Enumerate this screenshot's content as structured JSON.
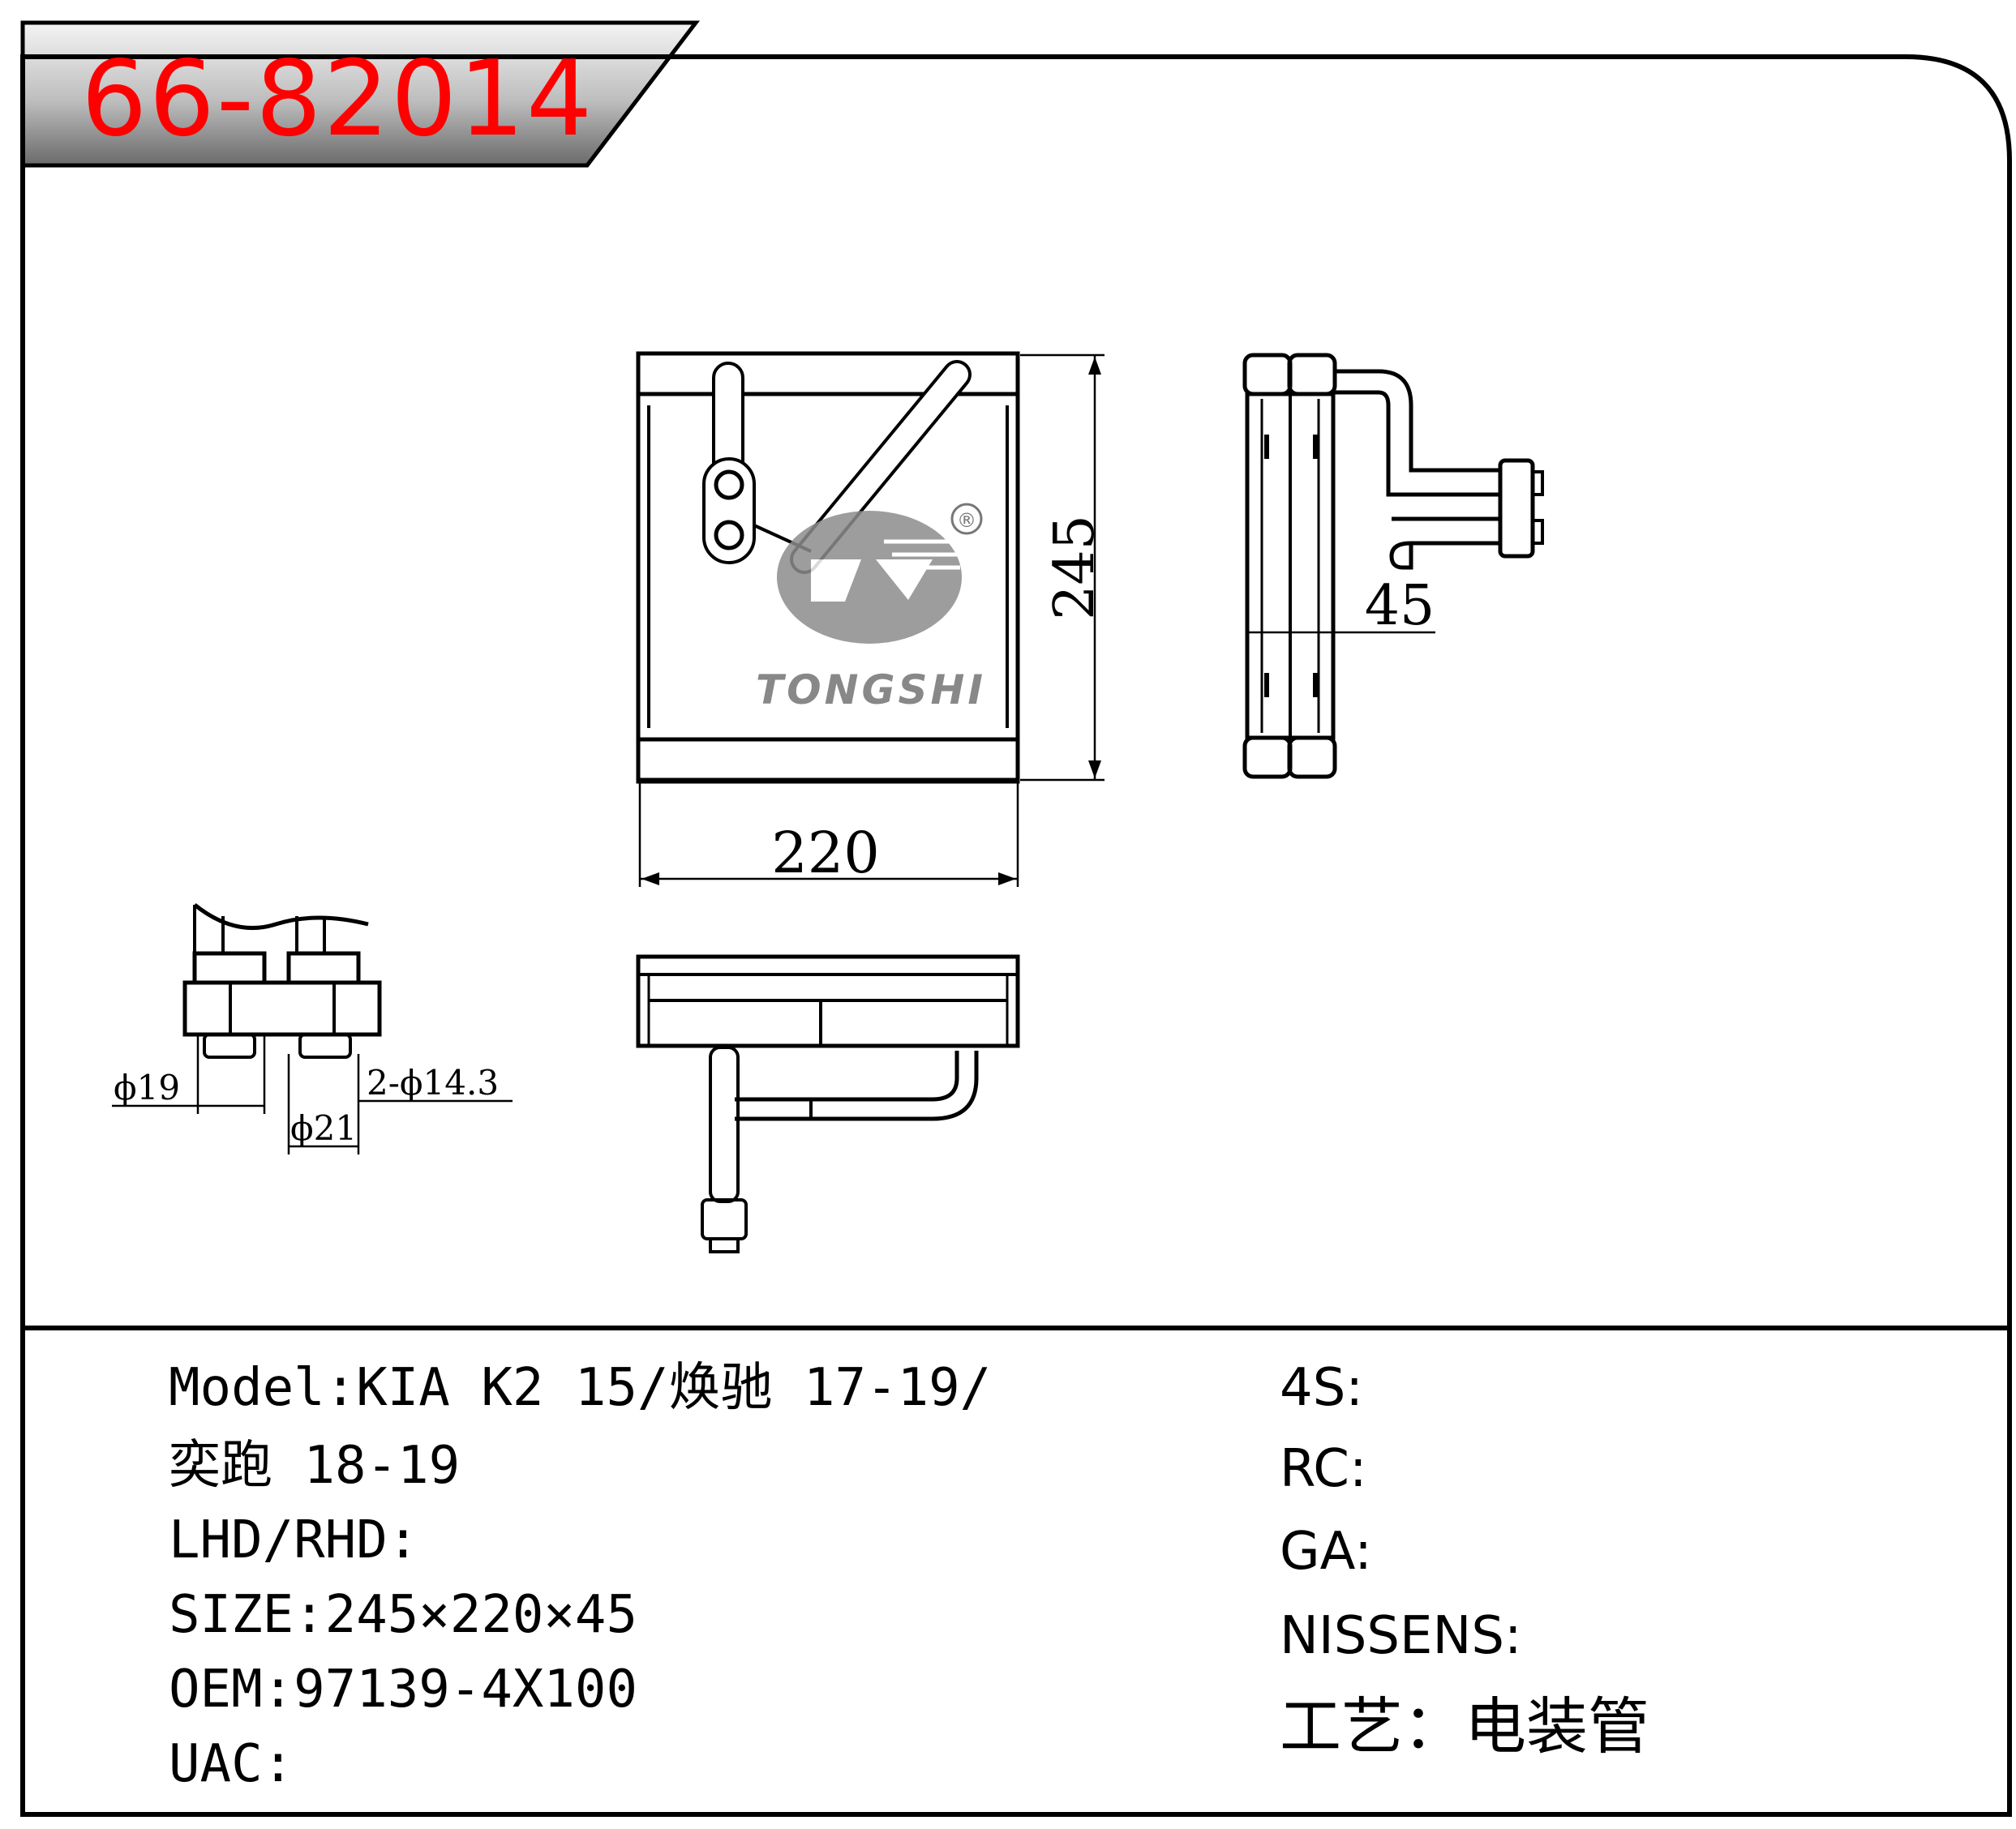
{
  "part_number": "66-82014",
  "brand": {
    "name": "TONGSHI",
    "registered_mark": "®"
  },
  "dimensions": {
    "height_label": "245",
    "width_label": "220",
    "depth_label": "45",
    "port_a_label": "ϕ19",
    "port_b_label": "ϕ21",
    "bolt_label": "2-ϕ14.3"
  },
  "specs": {
    "model_line1": "Model:KIA K2 15/焕驰 17-19/",
    "model_line2": "奕跑 18-19",
    "lhd_rhd": "LHD/RHD:",
    "size": "SIZE:245×220×45",
    "oem": "OEM:97139-4X100",
    "uac": "UAC:"
  },
  "cross_refs": {
    "s4": "4S:",
    "rc": "RC:",
    "ga": "GA:",
    "nissens": "NISSENS:",
    "process": "工艺：电装管"
  },
  "colors": {
    "part_number": "#ff0000",
    "logo": "#8c8c8c"
  }
}
